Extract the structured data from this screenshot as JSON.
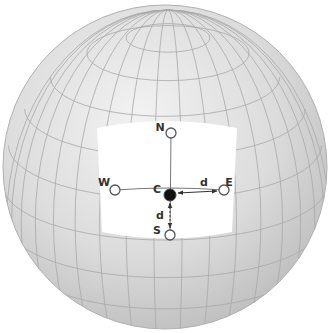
{
  "diagram": {
    "labels": [
      "N",
      "W",
      "C",
      "E",
      "S",
      "d",
      "d"
    ]
  }
}
